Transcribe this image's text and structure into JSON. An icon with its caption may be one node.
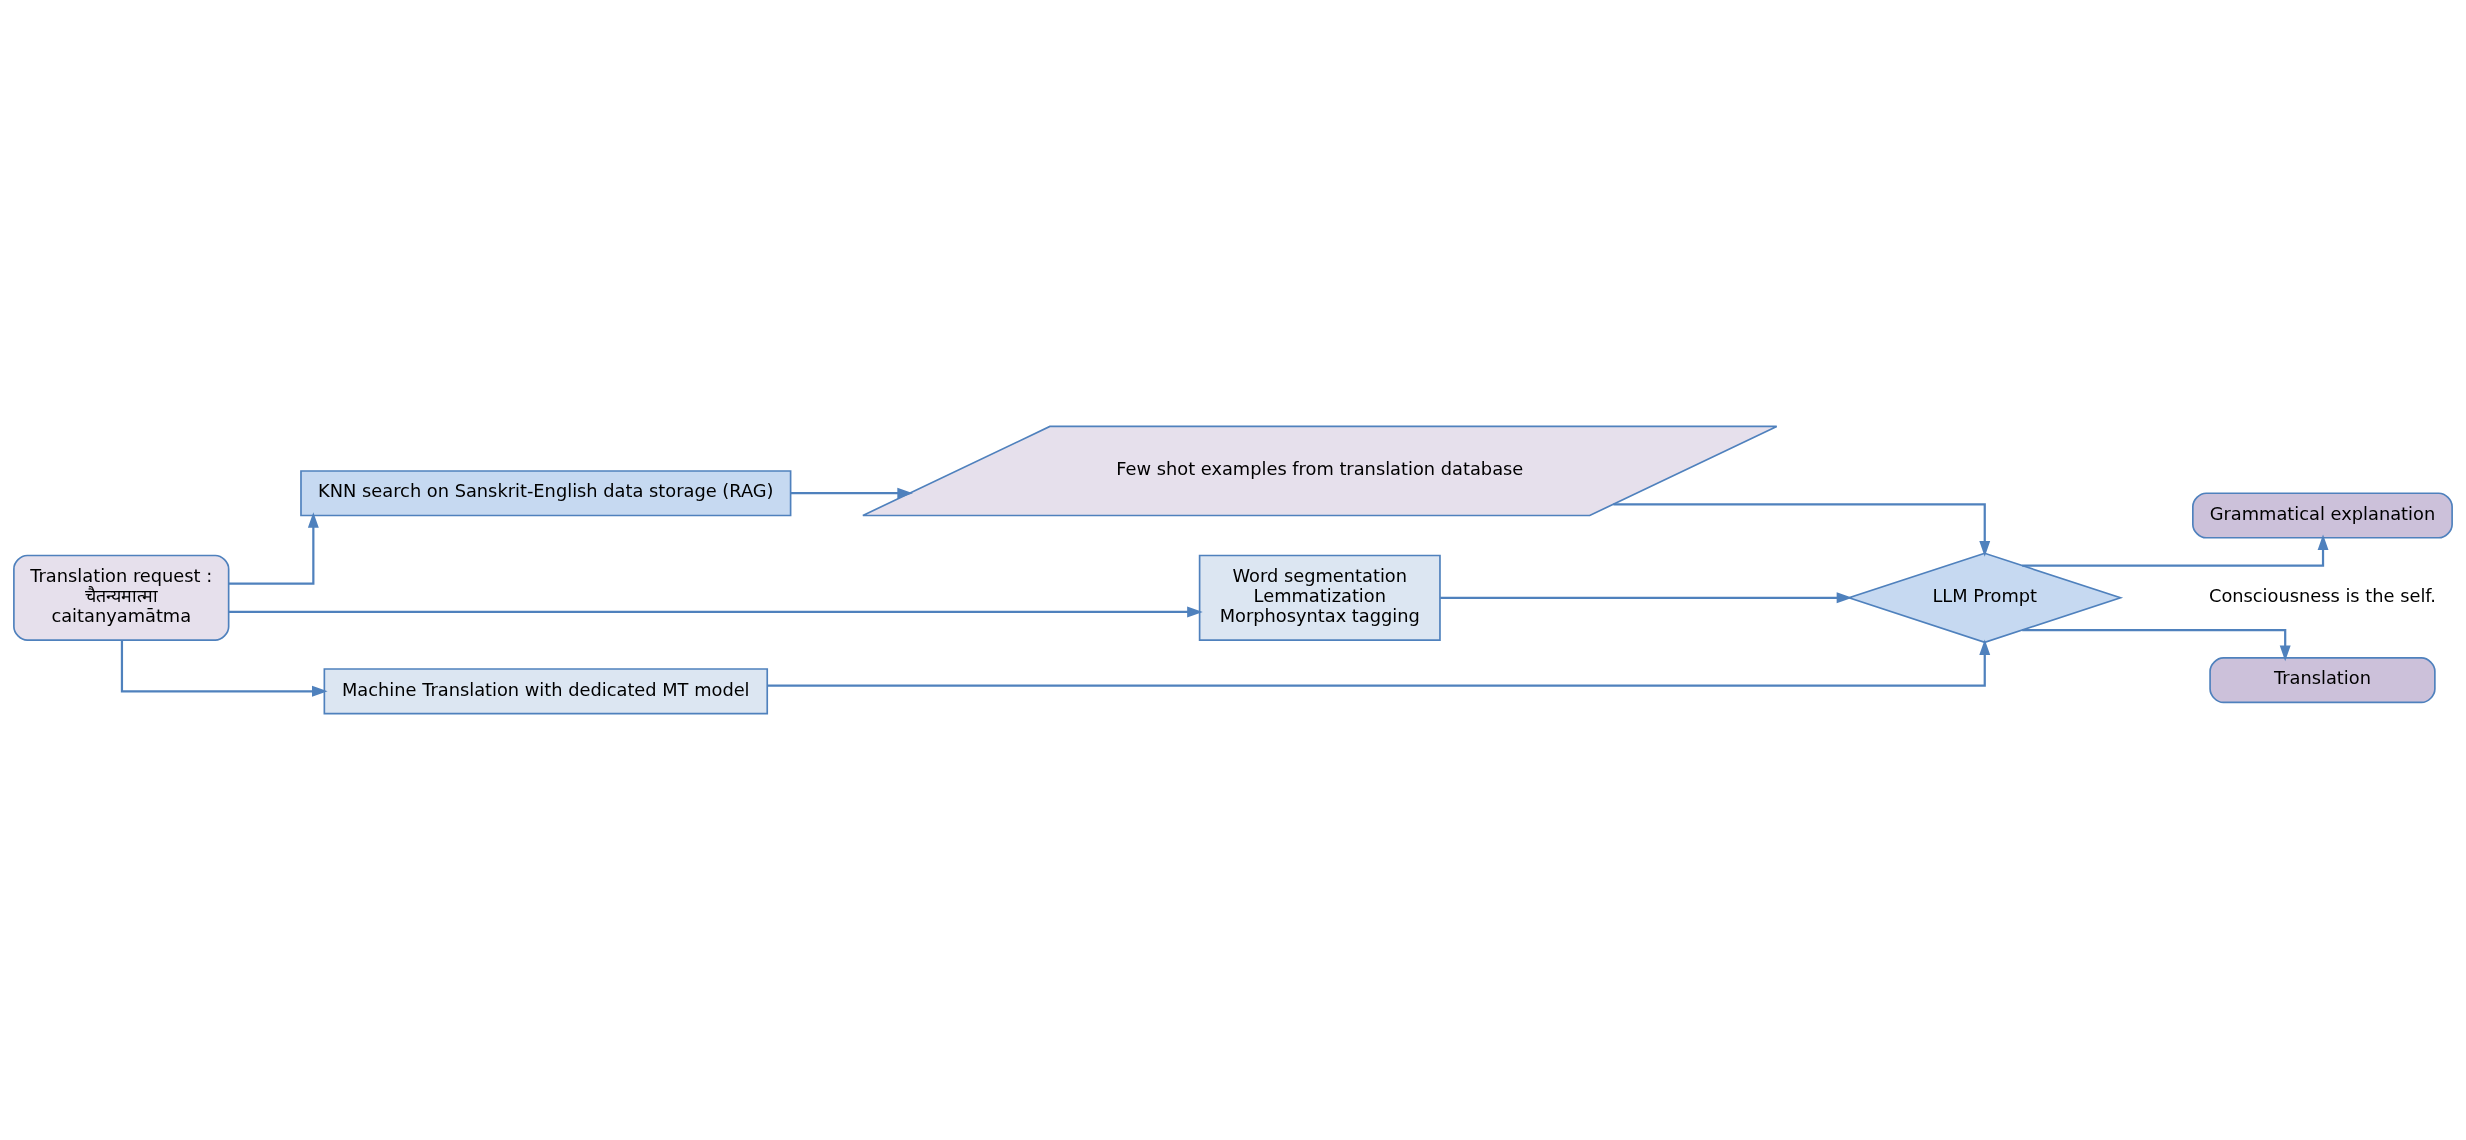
{
  "diagram": {
    "nodes": [
      {
        "text": [
          "Translation request :",
          "चैतन्यमात्मा",
          "caitanyamātma"
        ]
      },
      {
        "text": [
          "KNN search on Sanskrit-English data storage (RAG)"
        ]
      },
      {
        "text": [
          "Few shot examples from translation database"
        ]
      },
      {
        "text": [
          "Word segmentation",
          "Lemmatization",
          "Morphosyntax tagging"
        ]
      },
      {
        "text": [
          "Machine Translation with dedicated MT model"
        ]
      },
      {
        "text": [
          "LLM Prompt"
        ]
      },
      {
        "text": [
          "Translation"
        ]
      },
      {
        "text": [
          "Grammatical explanation"
        ]
      }
    ],
    "edges": [
      {
        "from": 0,
        "to": 1,
        "arrow": "to"
      },
      {
        "from": 0,
        "to": 3,
        "arrow": "to"
      },
      {
        "from": 0,
        "to": 4,
        "arrow": "to"
      },
      {
        "from": 1,
        "to": 2,
        "arrow": "to"
      },
      {
        "from": 2,
        "to": 5,
        "arrow": "to"
      },
      {
        "from": 3,
        "to": 5,
        "arrow": "to"
      },
      {
        "from": 4,
        "to": 5,
        "arrow": "to"
      },
      {
        "from": 5,
        "to": 6,
        "arrow": "to"
      },
      {
        "from": 5,
        "to": 7,
        "arrow": "to"
      }
    ],
    "labels": [
      "Consciousness is the self."
    ]
  }
}
